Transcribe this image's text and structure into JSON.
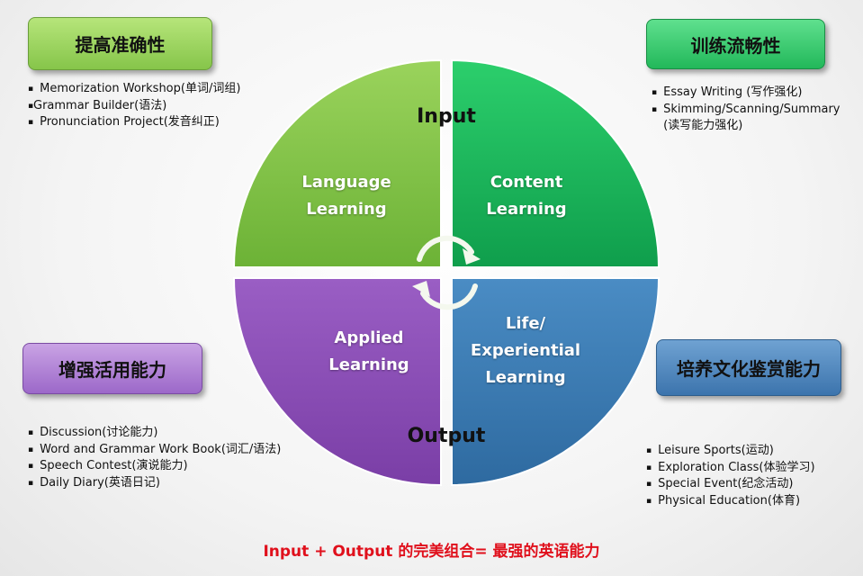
{
  "quadrants": {
    "top_left": "Language Learning",
    "top_right": "Content Learning",
    "bottom_left": "Applied Learning",
    "bottom_right": "Life/ Experiential Learning"
  },
  "quadrant_lines": {
    "top_left": [
      "Language",
      "Learning"
    ],
    "top_right": [
      "Content",
      "Learning"
    ],
    "bottom_left": [
      "Applied",
      "Learning"
    ],
    "bottom_right": [
      "Life/",
      "Experiential",
      "Learning"
    ]
  },
  "center": {
    "input": "Input",
    "output": "Output"
  },
  "boxes": {
    "top_left": "提高准确性",
    "top_right": "训练流畅性",
    "bottom_left": "增强活用能力",
    "bottom_right": "培养文化鉴赏能力"
  },
  "lists": {
    "top_left": [
      "Memorization Workshop(单词/词组)",
      "Grammar Builder(语法)",
      "Pronunciation Project(发音纠正)"
    ],
    "top_right": [
      "Essay Writing (写作强化)",
      "Skimming/Scanning/Summary",
      "(读写能力强化)"
    ],
    "bottom_left": [
      "Discussion(讨论能力)",
      "Word and Grammar Work Book(词汇/语法)",
      "Speech Contest(演说能力)",
      "Daily Diary(英语日记)"
    ],
    "bottom_right": [
      "Leisure Sports(运动)",
      "Exploration Class(体验学习)",
      "Special Event(纪念活动)",
      "Physical Education(体育)"
    ]
  },
  "footer": "Input + Output 的完美组合= 最强的英语能力",
  "colors": {
    "green": "#7cc242",
    "emerald": "#16b25a",
    "purple": "#8e4fb5",
    "blue": "#3d7bb3",
    "footer": "#e0101c"
  }
}
